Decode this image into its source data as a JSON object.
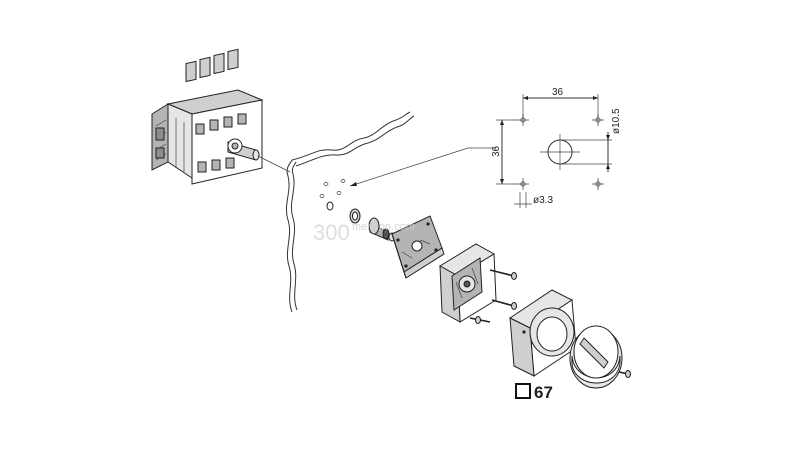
{
  "dimensions": {
    "top_width": "36",
    "side_height": "36",
    "hole_diameter": "ø10.5",
    "screw_diameter": "ø3.3"
  },
  "label": {
    "symbol": "❑",
    "number": "67"
  },
  "watermark": {
    "text": "300",
    "suffix": "menzon.com"
  }
}
